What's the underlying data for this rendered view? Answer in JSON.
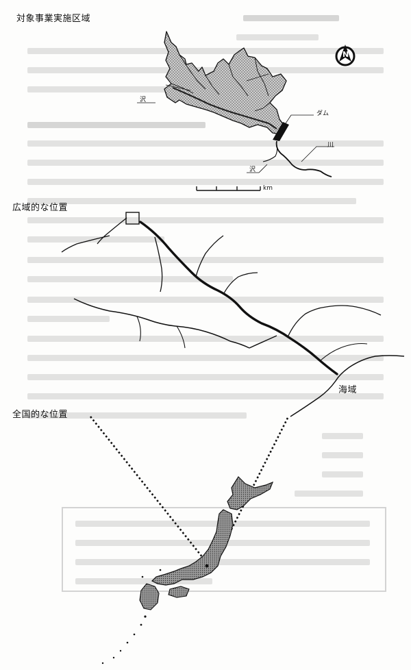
{
  "labels": {
    "target_area": "対象事業実施区域",
    "regional_position": "広域的な位置",
    "national_position": "全国的な位置",
    "sea_area": "海域",
    "dam": "ダム",
    "river": "川",
    "stream_1": "沢",
    "stream_2": "沢",
    "scale_unit": "km",
    "north": "N"
  },
  "colors": {
    "ink": "#111111",
    "reservoir_fill": "#b9b9b9",
    "japan_fill": "#8c8c8c",
    "ghost_text": "#d8d8d8"
  },
  "icons": {
    "north_arrow": "north-arrow-icon"
  }
}
